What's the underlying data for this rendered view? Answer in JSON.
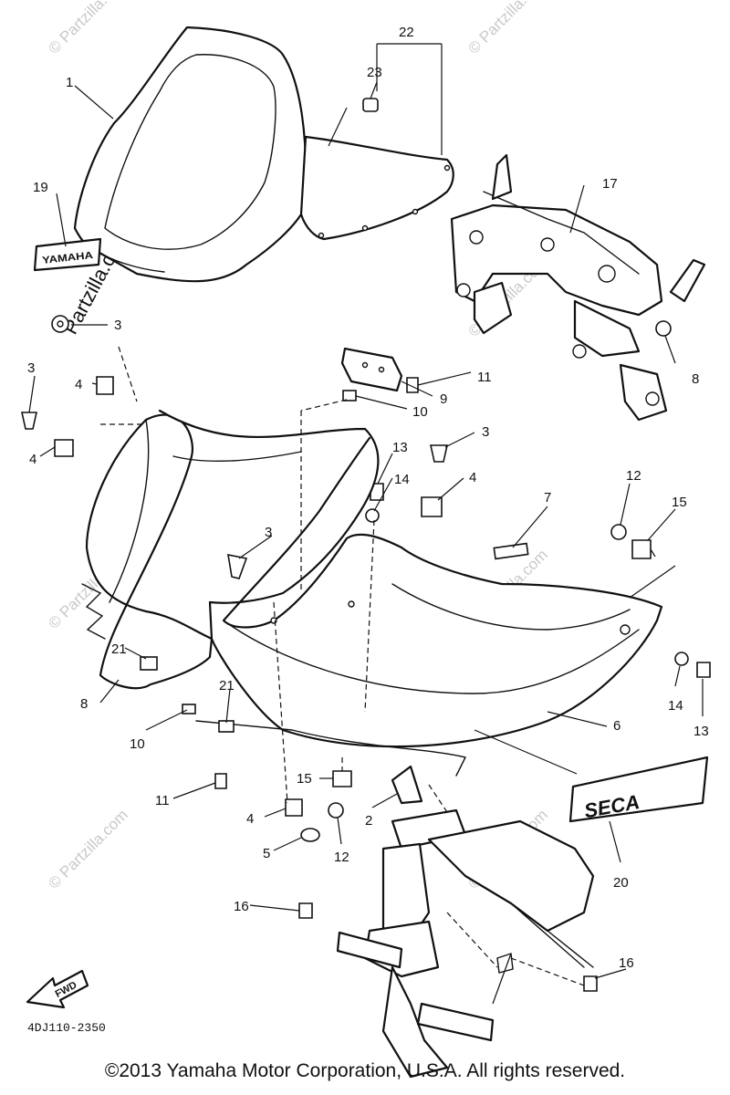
{
  "watermark": {
    "text": "© Partzilla.com",
    "center_text": "Partzilla.com"
  },
  "callouts": {
    "c1": "1",
    "c2": "2",
    "c3": "3",
    "c4": "4",
    "c5": "5",
    "c6": "6",
    "c7": "7",
    "c8": "8",
    "c9": "9",
    "c10": "10",
    "c11": "11",
    "c12": "12",
    "c13": "13",
    "c14": "14",
    "c15": "15",
    "c16": "16",
    "c17": "17",
    "c19": "19",
    "c20": "20",
    "c21": "21",
    "c22": "22",
    "c23": "23"
  },
  "decals": {
    "seca": "SECA",
    "yamaha": "YAMAHA",
    "fwd": "FWD"
  },
  "diagram_code": "4DJ110-2350",
  "copyright": "©2013  Yamaha Motor Corporation, U.S.A. All rights reserved."
}
